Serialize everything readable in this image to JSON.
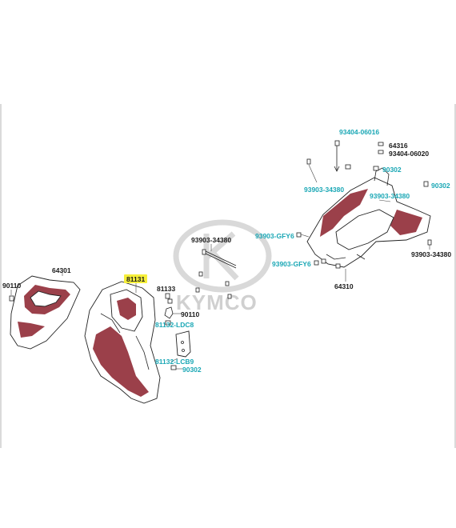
{
  "watermark": "KYMCO",
  "highlight_color": "#f6ef3a",
  "label_color_cyan": "#1aa7b5",
  "label_color_dark": "#1a1a1a",
  "labels": {
    "l64301": "64301",
    "l90110_left": "90110",
    "l81131": "81131",
    "l81133": "81133",
    "l90110_mid": "90110",
    "l81132_ldc8": "81132-LDC8",
    "l81132_lcb9": "81132-LCB9",
    "l90302_mid": "90302",
    "l93903_34380_a": "93903-34380",
    "l93903_gfy6_a": "93903-GFY6",
    "l93903_gfy6_b": "93903-GFY6",
    "l64310": "64310",
    "l93404_06016": "93404-06016",
    "l64316": "64316",
    "l93404_06020": "93404-06020",
    "l90302_top": "90302",
    "l90302_right": "90302",
    "l93903_34380_b": "93903-34380",
    "l93903_34380_c": "93903-34380",
    "l93903_34380_d": "93903-34380"
  }
}
